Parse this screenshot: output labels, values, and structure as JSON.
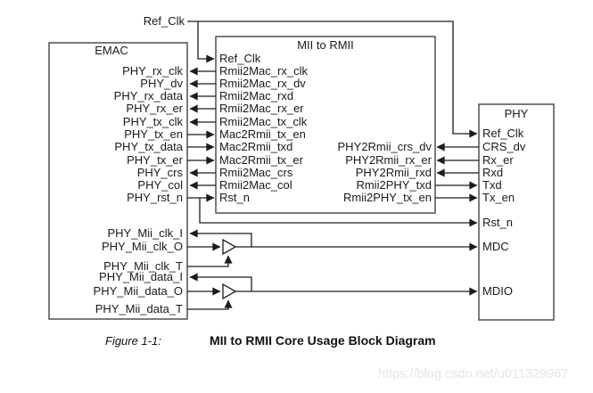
{
  "colors": {
    "background": "#ffffff",
    "wire": "#1c1c1c",
    "box_border": "#4f4f4f",
    "text": "#1a1a1a",
    "watermark": "#e5e5e5"
  },
  "top": {
    "ref_clk_label": "Ref_Clk"
  },
  "emac": {
    "title": "EMAC",
    "ports": {
      "phy_rx_clk": "PHY_rx_clk",
      "phy_dv": "PHY_dv",
      "phy_rx_data": "PHY_rx_data",
      "phy_rx_er": "PHY_rx_er",
      "phy_tx_clk": "PHY_tx_clk",
      "phy_tx_en": "PHY_tx_en",
      "phy_tx_data": "PHY_tx_data",
      "phy_tx_er": "PHY_tx_er",
      "phy_crs": "PHY_crs",
      "phy_col": "PHY_col",
      "phy_rst_n": "PHY_rst_n",
      "phy_mii_clk_i": "PHY_Mii_clk_I",
      "phy_mii_clk_o": "PHY_Mii_clk_O",
      "phy_mii_clk_t": "PHY_Mii_clk_T",
      "phy_mii_data_i": "PHY_Mii_data_I",
      "phy_mii_data_o": "PHY_Mii_data_O",
      "phy_mii_data_t": "PHY_Mii_data_T"
    }
  },
  "converter": {
    "title": "MII to RMII",
    "left_ports": {
      "ref_clk": "Ref_Clk",
      "rmii2mac_rx_clk": "Rmii2Mac_rx_clk",
      "rmii2mac_rx_dv": "Rmii2Mac_rx_dv",
      "rmii2mac_rxd": "Rmii2Mac_rxd",
      "rmii2mac_rx_er": "Rmii2Mac_rx_er",
      "rmii2mac_tx_clk": "Rmii2Mac_tx_clk",
      "mac2rmii_tx_en": "Mac2Rmii_tx_en",
      "mac2rmii_txd": "Mac2Rmii_txd",
      "mac2rmii_tx_er": "Mac2Rmii_tx_er",
      "rmii2mac_crs": "Rmii2Mac_crs",
      "rmii2mac_col": "Rmii2Mac_col",
      "rst_n": "Rst_n"
    },
    "right_ports": {
      "phy2rmii_crs_dv": "PHY2Rmii_crs_dv",
      "phy2rmii_rx_er": "PHY2Rmii_rx_er",
      "phy2rmii_rxd": "PHY2Rmii_rxd",
      "rmii2phy_txd": "Rmii2PHY_txd",
      "rmii2phy_tx_en": "Rmii2PHY_tx_en"
    }
  },
  "phy": {
    "title": "PHY",
    "ports": {
      "ref_clk": "Ref_Clk",
      "crs_dv": "CRS_dv",
      "rx_er": "Rx_er",
      "rxd": "Rxd",
      "txd": "Txd",
      "tx_en": "Tx_en",
      "rst_n": "Rst_n",
      "mdc": "MDC",
      "mdio": "MDIO"
    }
  },
  "caption": {
    "figure_label": "Figure 1-1:",
    "figure_title": "MII to RMII Core Usage Block Diagram"
  },
  "watermark": {
    "text": "https://blog.csdn.net/u011329967"
  }
}
